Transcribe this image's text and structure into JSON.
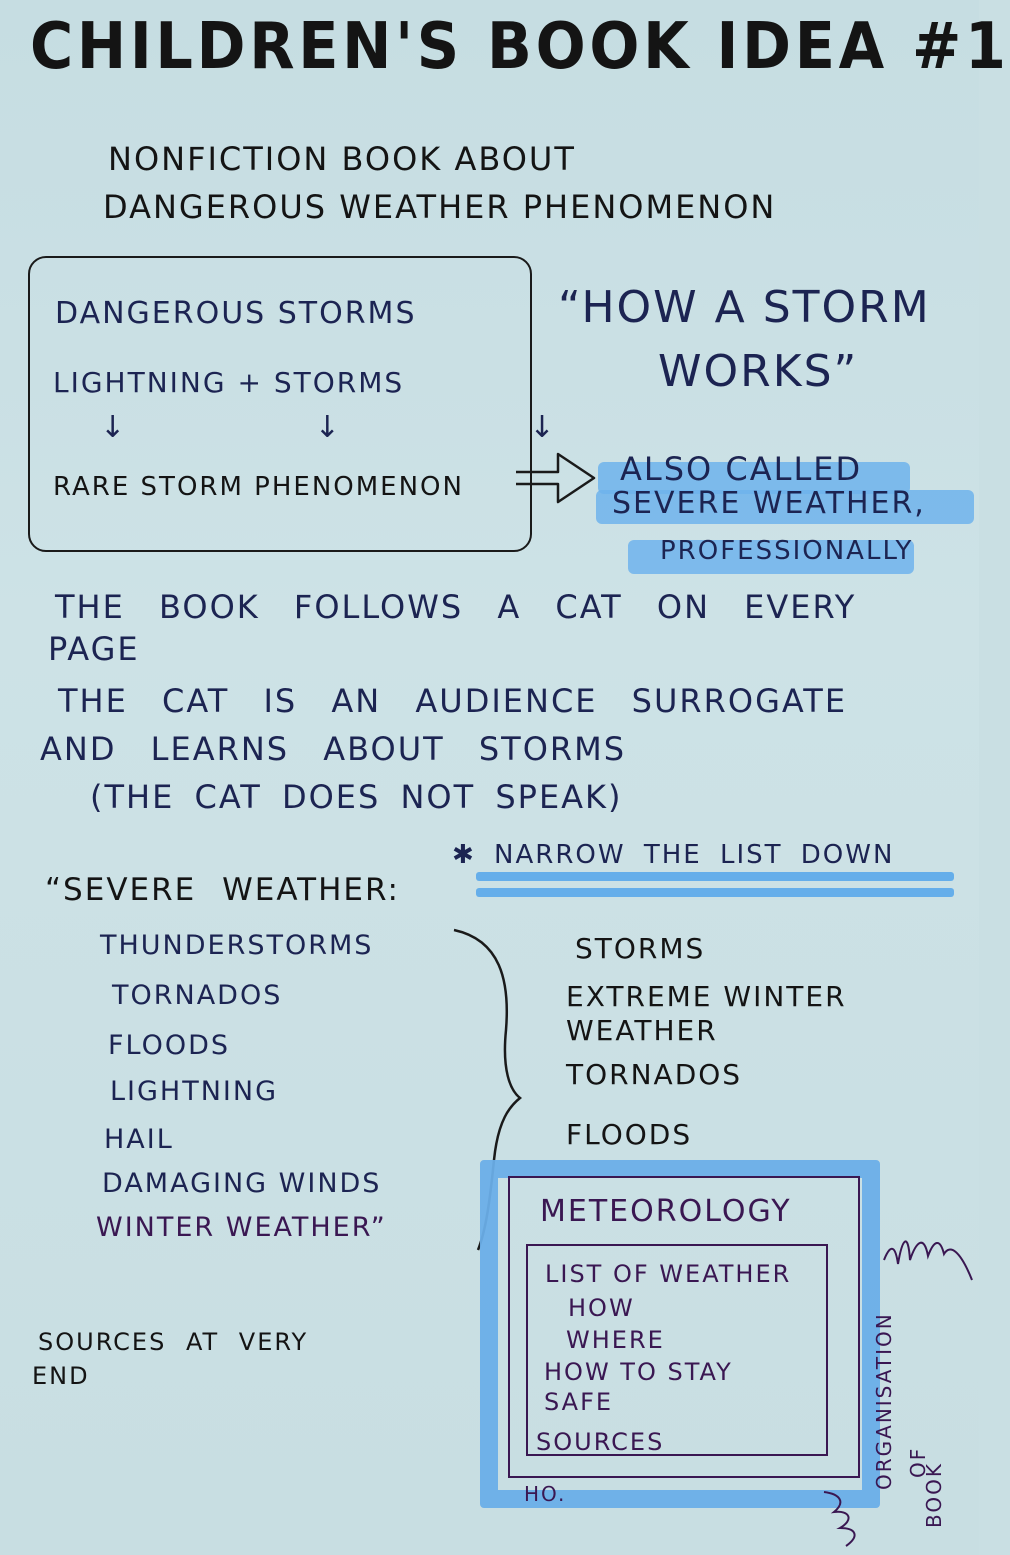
{
  "title": "CHILDREN'S BOOK IDEA #1",
  "subtitle_line1": "NONFICTION BOOK ABOUT",
  "subtitle_line2": "DANGEROUS WEATHER PHENOMENON",
  "box": {
    "line1": "DANGEROUS STORMS",
    "line2": "LIGHTNING + STORMS",
    "arrows": "↓ ↓ ↓",
    "line3": "RARE STORM PHENOMENON"
  },
  "quote": {
    "line1": "“HOW A STORM",
    "line2": "WORKS”"
  },
  "also_called": {
    "line1": "ALSO CALLED",
    "line2": "SEVERE WEATHER,",
    "line3": "PROFESSIONALLY"
  },
  "cat_text": {
    "line1": "THE BOOK FOLLOWS A CAT ON EVERY",
    "line2": "PAGE",
    "line3": "THE CAT IS AN AUDIENCE SURROGATE",
    "line4": "AND LEARNS ABOUT STORMS",
    "line5": "(THE CAT DOES NOT SPEAK)"
  },
  "narrow_note": "✱ NARROW THE LIST DOWN",
  "severe_weather": {
    "heading": "“SEVERE WEATHER:",
    "items": [
      "THUNDERSTORMS",
      "TORNADOS",
      "FLOODS",
      "LIGHTNING",
      "HAIL",
      "DAMAGING WINDS",
      "WINTER WEATHER”"
    ]
  },
  "narrowed_list": {
    "items": [
      "STORMS",
      "EXTREME WINTER",
      "WEATHER",
      "TORNADOS",
      "FLOODS"
    ]
  },
  "sources_note": {
    "line1": "SOURCES AT VERY",
    "line2": "END"
  },
  "structure": {
    "title": "METEOROLOGY",
    "items": [
      "LIST OF WEATHER",
      "HOW",
      "WHERE",
      "HOW TO STAY",
      "SAFE",
      "SOURCES"
    ],
    "footer": "HO."
  },
  "side_note": {
    "line1": "ORGANISATION",
    "line2": "OF",
    "line3": "BOOK"
  }
}
